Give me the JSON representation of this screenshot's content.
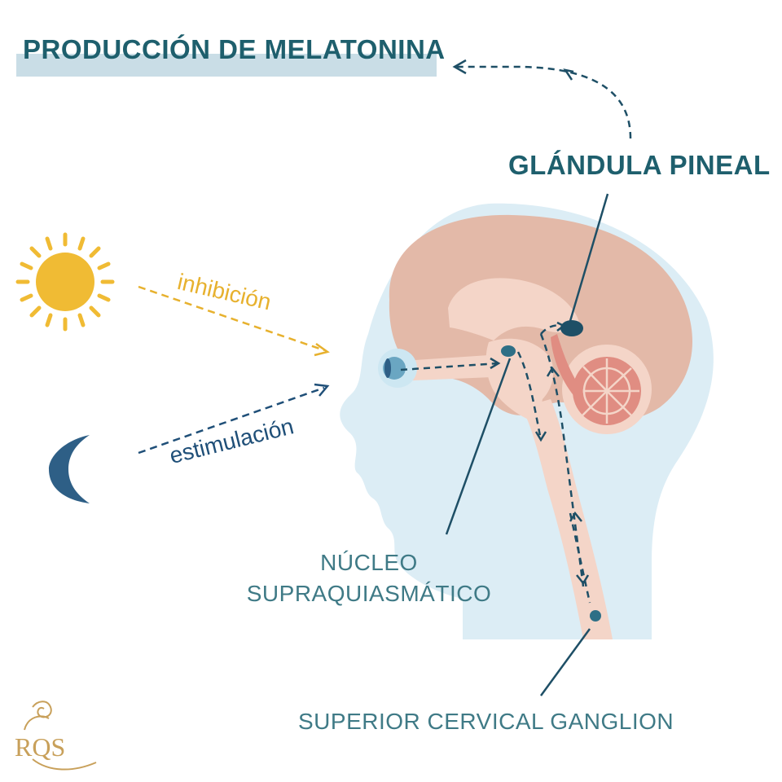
{
  "title": "PRODUCCIÓN DE MELATONINA",
  "labels": {
    "pineal_gland": "GLÁNDULA PINEAL",
    "inhibition": "inhibición",
    "stimulation": "estimulación",
    "nucleus_line1": "NÚCLEO",
    "nucleus_line2": "SUPRAQUIASMÁTICO",
    "ganglion": "SUPERIOR CERVICAL GANGLION"
  },
  "logo": {
    "text": "RQS"
  },
  "icons": [
    "sun-icon",
    "moon-icon",
    "eye-icon"
  ],
  "colors": {
    "title_band": "#c9dde6",
    "dark_teal": "#1e5f6d",
    "label_teal": "#3f7a86",
    "sun": "#f0bb34",
    "moon": "#2e5f86",
    "head": "#dcedf5",
    "brain": "#e3b9a8",
    "brain_light": "#f4d5c8",
    "cerebellum": "#e08d82",
    "logo": "#c8a05a"
  }
}
